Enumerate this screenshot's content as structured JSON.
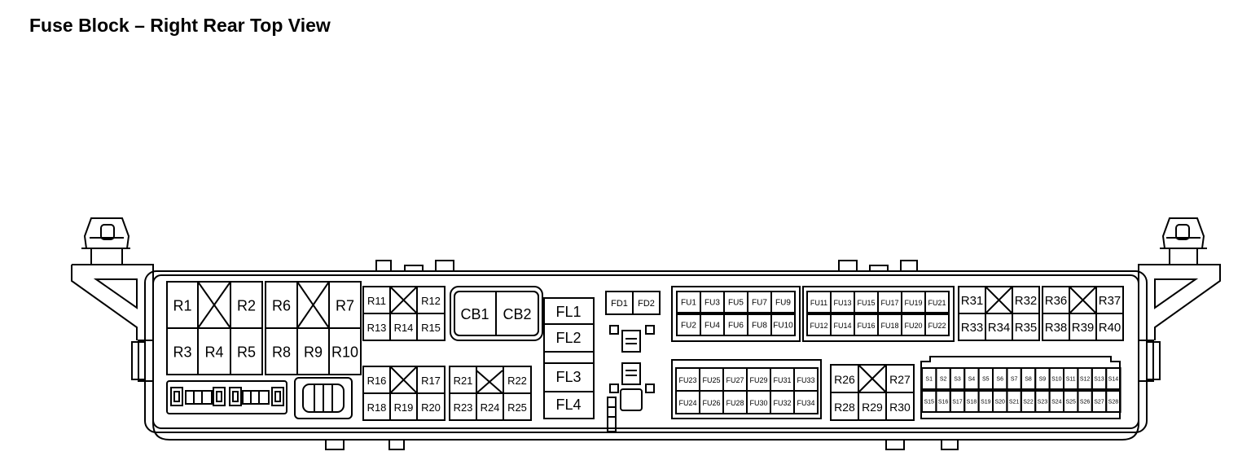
{
  "title": "Fuse Block – Right Rear Top View",
  "relays": [
    "R1",
    "R2",
    "R3",
    "R4",
    "R5",
    "R6",
    "R7",
    "R8",
    "R9",
    "R10",
    "R11",
    "R12",
    "R13",
    "R14",
    "R15",
    "R16",
    "R17",
    "R18",
    "R19",
    "R20",
    "R21",
    "R22",
    "R23",
    "R24",
    "R25",
    "R26",
    "R27",
    "R28",
    "R29",
    "R30",
    "R31",
    "R32",
    "R33",
    "R34",
    "R35",
    "R36",
    "R37",
    "R38",
    "R39",
    "R40"
  ],
  "circuit_breakers": [
    "CB1",
    "CB2"
  ],
  "fusible_links": [
    "FL1",
    "FL2",
    "FL3",
    "FL4"
  ],
  "fd": [
    "FD1",
    "FD2"
  ],
  "fuses": [
    "FU1",
    "FU2",
    "FU3",
    "FU4",
    "FU5",
    "FU6",
    "FU7",
    "FU8",
    "FU9",
    "FU10",
    "FU11",
    "FU12",
    "FU13",
    "FU14",
    "FU15",
    "FU16",
    "FU17",
    "FU18",
    "FU19",
    "FU20",
    "FU21",
    "FU22",
    "FU23",
    "FU24",
    "FU25",
    "FU26",
    "FU27",
    "FU28",
    "FU29",
    "FU30",
    "FU31",
    "FU32",
    "FU33",
    "FU34"
  ],
  "small_fuses": [
    "S1",
    "S2",
    "S3",
    "S4",
    "S5",
    "S6",
    "S7",
    "S8",
    "S9",
    "S10",
    "S11",
    "S12",
    "S13",
    "S14",
    "S15",
    "S16",
    "S17",
    "S18",
    "S19",
    "S20",
    "S21",
    "S22",
    "S23",
    "S24",
    "S25",
    "S26",
    "S27",
    "S28"
  ]
}
